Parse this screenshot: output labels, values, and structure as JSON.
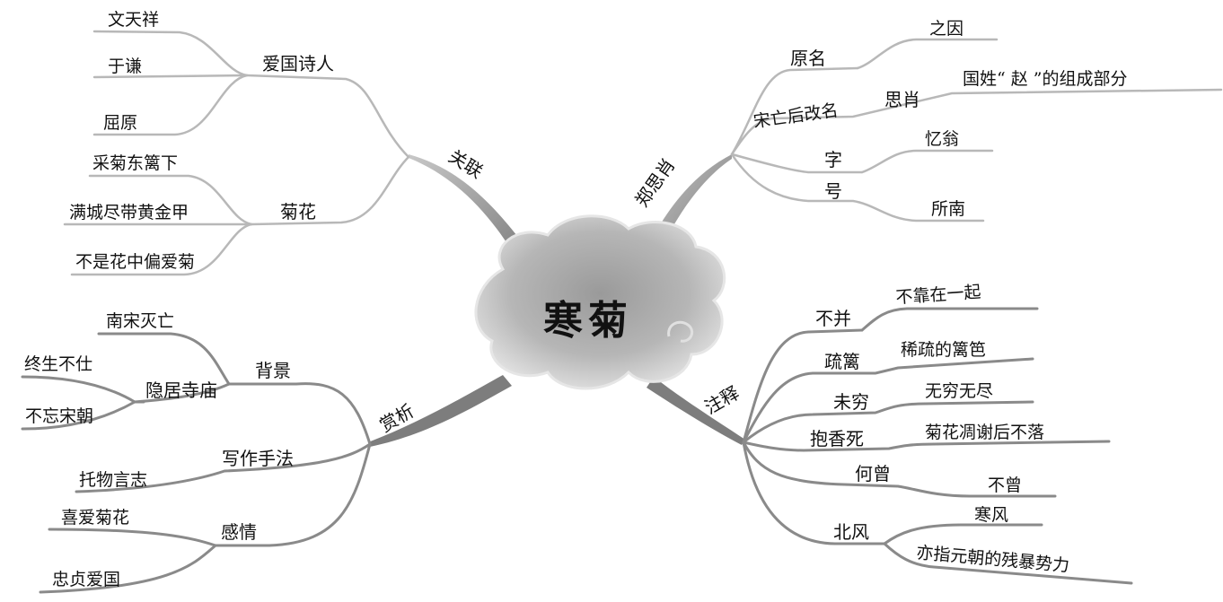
{
  "center": "寒菊",
  "branches": {
    "guanlian": {
      "label": "关联",
      "patriot": {
        "label": "爱国诗人",
        "items": [
          "文天祥",
          "于谦",
          "屈原"
        ]
      },
      "juhua": {
        "label": "菊花",
        "items": [
          "采菊东篱下",
          "满城尽带黄金甲",
          "不是花中偏爱菊"
        ]
      }
    },
    "author": {
      "label": "郑思肖",
      "yuanming": {
        "label": "原名",
        "value": "之因"
      },
      "gaiming": {
        "label": "宋亡后改名",
        "name": "思肖",
        "value": "国姓“ 赵 ”的组成部分"
      },
      "zi": {
        "label": "字",
        "value": "忆翁"
      },
      "hao": {
        "label": "号",
        "value": "所南"
      }
    },
    "shangxi": {
      "label": "赏析",
      "beijing": {
        "label": "背景",
        "nansong": "南宋灭亡",
        "yinju": {
          "label": "隐居寺庙",
          "items": [
            "终生不仕",
            "不忘宋朝"
          ]
        }
      },
      "xiezuo": {
        "label": "写作手法",
        "value": "托物言志"
      },
      "ganqing": {
        "label": "感情",
        "items": [
          "喜爱菊花",
          "忠贞爱国"
        ]
      }
    },
    "zhushi": {
      "label": "注释",
      "items": [
        {
          "term": "不并",
          "meaning": "不靠在一起"
        },
        {
          "term": "疏篱",
          "meaning": "稀疏的篱笆"
        },
        {
          "term": "未穷",
          "meaning": "无穷无尽"
        },
        {
          "term": "抱香死",
          "meaning": "菊花凋谢后不落"
        },
        {
          "term": "何曾",
          "meaning": "不曾"
        }
      ],
      "beifeng": {
        "term": "北风",
        "meanings": [
          "寒风",
          "亦指元朝的残暴势力"
        ]
      }
    }
  },
  "colors": {
    "branch_dark": "#8a8a8a",
    "branch_light": "#b8b8b8",
    "cloud": "#b0b0b0"
  }
}
